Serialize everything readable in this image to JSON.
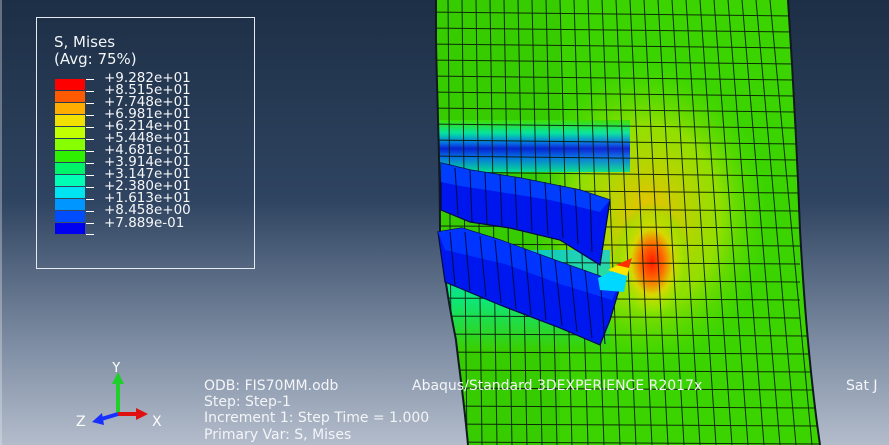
{
  "legend": {
    "title": "S, Mises",
    "subtitle": "(Avg: 75%)",
    "levels": [
      {
        "label": "+9.282e+01",
        "color": "#ff0000"
      },
      {
        "label": "+8.515e+01",
        "color": "#ff5a00"
      },
      {
        "label": "+7.748e+01",
        "color": "#ffad00"
      },
      {
        "label": "+6.981e+01",
        "color": "#f2e100"
      },
      {
        "label": "+6.214e+01",
        "color": "#c2ff00"
      },
      {
        "label": "+5.448e+01",
        "color": "#88ff00"
      },
      {
        "label": "+4.681e+01",
        "color": "#2ef000"
      },
      {
        "label": "+3.914e+01",
        "color": "#00f46a"
      },
      {
        "label": "+3.147e+01",
        "color": "#00ffb4"
      },
      {
        "label": "+2.380e+01",
        "color": "#00e3f0"
      },
      {
        "label": "+1.613e+01",
        "color": "#0096ff"
      },
      {
        "label": "+8.458e+00",
        "color": "#004dff"
      },
      {
        "label": "+7.889e-01",
        "color": "#0000f0"
      }
    ]
  },
  "triad": {
    "x": "X",
    "y": "Y",
    "z": "Z"
  },
  "info": {
    "odb": "ODB: FIS70MM.odb",
    "solver": "Abaqus/Standard 3DEXPERIENCE R2017x",
    "date": "Sat J",
    "step": "Step: Step-1",
    "increment": "Increment     1: Step Time =     1.000",
    "primary": "Primary Var: S, Mises"
  }
}
